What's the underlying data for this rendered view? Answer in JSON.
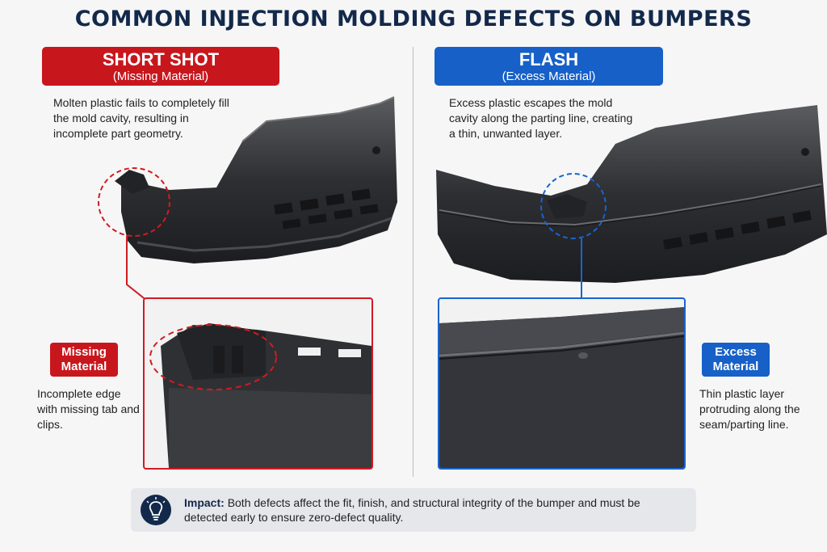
{
  "title": "COMMON INJECTION MOLDING DEFECTS ON BUMPERS",
  "left": {
    "heading": "SHORT SHOT",
    "subheading": "(Missing Material)",
    "description": "Molten plastic fails to completely fill the mold cavity, resulting in incomplete part geometry.",
    "callout_label": "Missing Material",
    "callout_text": "Incomplete edge with missing tab and clips.",
    "accent": "#c8161d"
  },
  "right": {
    "heading": "FLASH",
    "subheading": "(Excess Material)",
    "description": "Excess plastic escapes the mold cavity along the parting line, creating a thin, unwanted layer.",
    "callout_label": "Excess Material",
    "callout_text": "Thin plastic layer protruding along the seam/parting line.",
    "accent": "#1660c8"
  },
  "impact": {
    "label": "Impact:",
    "text": "Both defects affect the fit, finish, and structural integrity of the bumper and must be detected early to ensure zero-defect quality.",
    "icon": "lightbulb-icon"
  }
}
